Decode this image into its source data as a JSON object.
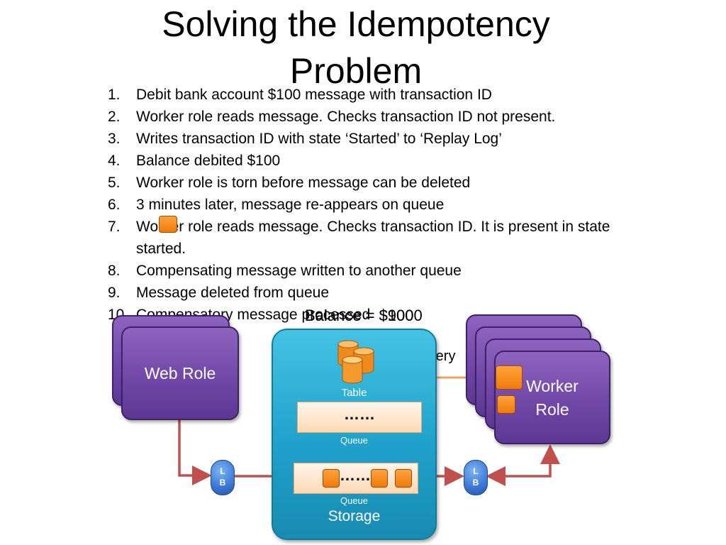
{
  "title": {
    "line1": "Solving the Idempotency",
    "line2": "Problem"
  },
  "steps": [
    {
      "num": "1.",
      "text": "Debit bank account $100 message with transaction ID"
    },
    {
      "num": "2.",
      "text": "Worker role reads message. Checks transaction ID not present."
    },
    {
      "num": "3.",
      "text": "Writes transaction ID with state ‘Started’ to ‘Replay Log’"
    },
    {
      "num": "4.",
      "text": "Balance debited $100"
    },
    {
      "num": "5.",
      "text": "Worker role is torn before message can be deleted"
    },
    {
      "num": "6.",
      "text": "3 minutes later, message re-appears on queue"
    },
    {
      "num": "7.",
      "text": "Worker role reads message. Checks transaction ID. It is present in state started."
    },
    {
      "num": "8.",
      "text": "Compensating message written to another queue"
    },
    {
      "num": "9.",
      "text": "Message deleted from queue"
    },
    {
      "num": "10.",
      "text": "Compensatory message processed"
    }
  ],
  "diagram": {
    "balance_label_back": "Balance = $1000",
    "balance_label_front": "Balance = $900",
    "web_role_label": "Web Role",
    "worker_role_label": "Worker Role",
    "storage_label": "Storage",
    "table_label": "Table",
    "queue_top_label": "Queue",
    "queue_bottom_label": "Queue",
    "queue_top_dots": "……",
    "queue_bottom_dots": "……",
    "query_label": "Query",
    "lb_left": [
      "L",
      "B"
    ],
    "lb_right": [
      "L",
      "B"
    ],
    "colors": {
      "role": "#7047a6",
      "storage": "#1fa1cb",
      "message": "#f7891f",
      "arrow_red": "#c0504d",
      "arrow_orange": "#f0a35e",
      "load_balancer": "#3b77d6"
    },
    "icons": [
      "message-icon",
      "table-storage-icon",
      "load-balancer-icon"
    ]
  }
}
